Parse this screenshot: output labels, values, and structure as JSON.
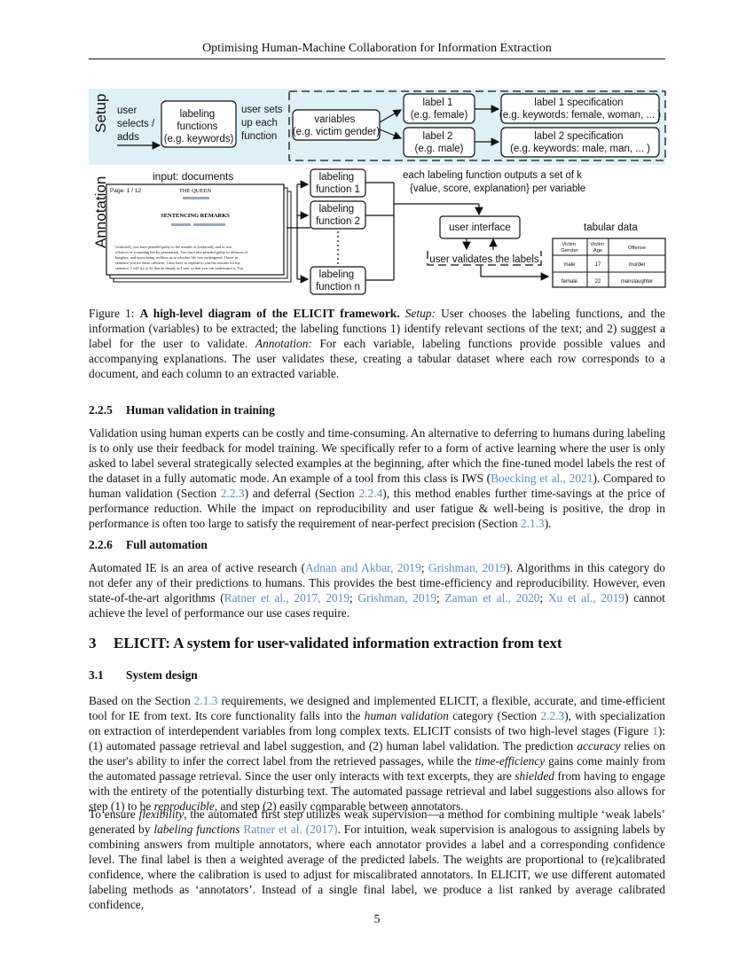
{
  "header": {
    "running_title": "Optimising Human-Machine Collaboration for Information Extraction"
  },
  "figure": {
    "setup_label": "Setup",
    "annotation_label": "Annotation",
    "user_selects": [
      "user",
      "selects /",
      "adds"
    ],
    "labeling_functions": [
      "labeling",
      "functions",
      "(e.g. keywords)"
    ],
    "user_sets": [
      "user sets",
      "up each",
      "function"
    ],
    "variables": [
      "variables",
      "(e.g. victim gender)"
    ],
    "label1": [
      "label 1",
      "(e.g. female)"
    ],
    "label2": [
      "label 2",
      "(e.g. male)"
    ],
    "label1_spec": [
      "label 1 specification",
      "(e.g. keywords: female, woman, ... )"
    ],
    "label2_spec": [
      "label 2 specification",
      "(e.g. keywords: male, man, ... )"
    ],
    "input_documents": "input: documents",
    "doc_page": "Page: 1 / 12",
    "doc_title": "THE QUEEN",
    "doc_heading": "SENTENCING REMARKS",
    "doc_body": [
      "[redacted], you have pleaded guilty to the murder of [redacted], and to two",
      "offences of wounding her by penetration. You have also pleaded guilty to offences of",
      "burglary, and arson being reckless as to whether life was endangered. I have to",
      "sentence you for those offences. I also have to explain to you the reasons for my",
      "sentence. I will try to do that as simply as I can, so that you can understand it. You"
    ],
    "lf1": [
      "labeling",
      "function 1"
    ],
    "lf2": [
      "labeling",
      "function 2"
    ],
    "lfn": [
      "labeling",
      "function n"
    ],
    "outputs_note": [
      "each labeling function outputs a set of k",
      "{value, score, explanation} per variable"
    ],
    "user_interface": "user interface",
    "user_validates": "user validates the labels",
    "tabular_data": "tabular data",
    "table": {
      "headers": [
        [
          "Victim",
          "Gender"
        ],
        [
          "Victim",
          "Age"
        ],
        [
          "Offense"
        ]
      ],
      "rows": [
        [
          "male",
          "17",
          "murder"
        ],
        [
          "female",
          "22",
          "manslaughter"
        ]
      ]
    }
  },
  "caption": {
    "prefix": "Figure 1: ",
    "bold": "A high-level diagram of the ELICIT framework.",
    "setup_label": "Setup:",
    "setup_text": "User chooses the labeling functions, and the information (variables) to be extracted; the labeling functions 1) identify relevant sections of the text; and 2) suggest a label for the user to validate.",
    "annotation_label": "Annotation:",
    "annotation_text": "For each variable, labeling functions provide possible values and accompanying explanations. The user validates these, creating a tabular dataset where each row corresponds to a document, and each column to an extracted variable."
  },
  "s225": {
    "number": "2.2.5",
    "title": "Human validation in training",
    "t1": "Validation using human experts can be costly and time-consuming. An alternative to deferring to humans during labeling is to only use their feedback for model training. We specifically refer to a form of active learning where the user is only asked to label several strategically selected examples at the beginning, after which the fine-tuned model labels the rest of the dataset in a fully automatic mode. An example of a tool from this class is IWS (",
    "c1": "Boecking et al., 2021",
    "t2": "). Compared to human validation (Section ",
    "c2": "2.2.3",
    "t3": ") and deferral (Section ",
    "c3": "2.2.4",
    "t4": "), this method enables further time-savings at the price of performance reduction. While the impact on reproducibility and user fatigue & well-being is positive, the drop in performance is often too large to satisfy the requirement of near-perfect precision (Section ",
    "c4": "2.1.3",
    "t5": ")."
  },
  "s226": {
    "number": "2.2.6",
    "title": "Full automation",
    "t1": "Automated IE is an area of active research (",
    "c1": "Adnan and Akbar, 2019",
    "t2": "; ",
    "c2": "Grishman, 2019",
    "t3": "). Algorithms in this category do not defer any of their predictions to humans. This provides the best time-efficiency and reproducibility. However, even state-of-the-art algorithms (",
    "c3": "Ratner et al., 2017, 2019",
    "t4": "; ",
    "c4": "Grishman, 2019",
    "t5": "; ",
    "c5": "Zaman et al., 2020",
    "t6": "; ",
    "c6": "Xu et al., 2019",
    "t7": ") cannot achieve the level of performance our use cases require."
  },
  "s3": {
    "number": "3",
    "title": "ELICIT: A system for user-validated information extraction from text"
  },
  "s31": {
    "number": "3.1",
    "title": "System design",
    "p1": {
      "t1": "Based on the Section ",
      "c1": "2.1.3",
      "t2": " requirements, we designed and implemented ELICIT, a flexible, accurate, and time-efficient tool for IE from text. Its core functionality falls into the ",
      "i1": "human validation",
      "t3": " category (Section ",
      "c2": "2.2.3",
      "t4": "), with specialization on extraction of interdependent variables from long complex texts. ELICIT consists of two high-level stages (Figure ",
      "c3": "1",
      "t5": "): (1) automated passage retrieval and label suggestion, and (2) human label validation. The prediction ",
      "i2": "accuracy",
      "t6": " relies on the user's ability to infer the correct label from the retrieved passages, while the ",
      "i3": "time-efficiency",
      "t7": " gains come mainly from the automated passage retrieval. Since the user only interacts with text excerpts, they are ",
      "i4": "shielded",
      "t8": " from having to engage with the entirety of the potentially disturbing text. The automated passage retrieval and label suggestions also allows for step (1) to be ",
      "i5": "reproducible",
      "t9": ", and step (2) easily comparable between annotators."
    },
    "p2": {
      "t1": "To ensure ",
      "i1": "flexibility",
      "t2": ", the automated first step utilizes weak supervision—a method for combining multiple ‘weak labels’ generated by ",
      "i2": "labeling functions",
      "t3": " ",
      "c1": "Ratner et al. (2017)",
      "t4": ". For intuition, weak supervision is analogous to assigning labels by combining answers from multiple annotators, where each annotator provides a label and a corresponding confidence level. The final label is then a weighted average of the predicted labels. The weights are proportional to (re)calibrated confidence, where the calibration is used to adjust for miscalibrated annotators. In ELICIT, we use different automated labeling methods as ‘annotators’. Instead of a single final label, we produce a list ranked by average calibrated confidence,"
    }
  },
  "page_number": "5"
}
